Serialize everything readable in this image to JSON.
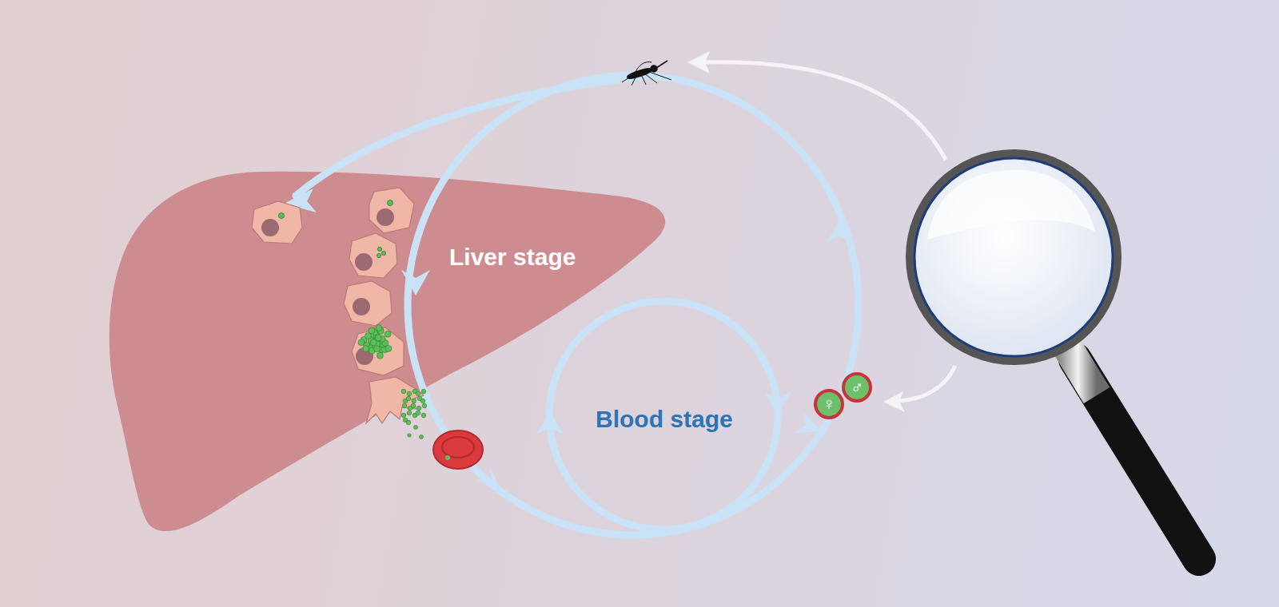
{
  "diagram": {
    "nodes": [
      {
        "text": [
          "♀"
        ]
      },
      {
        "text": [
          "♂"
        ]
      }
    ],
    "labels": [
      "Liver stage",
      "Blood stage"
    ]
  }
}
